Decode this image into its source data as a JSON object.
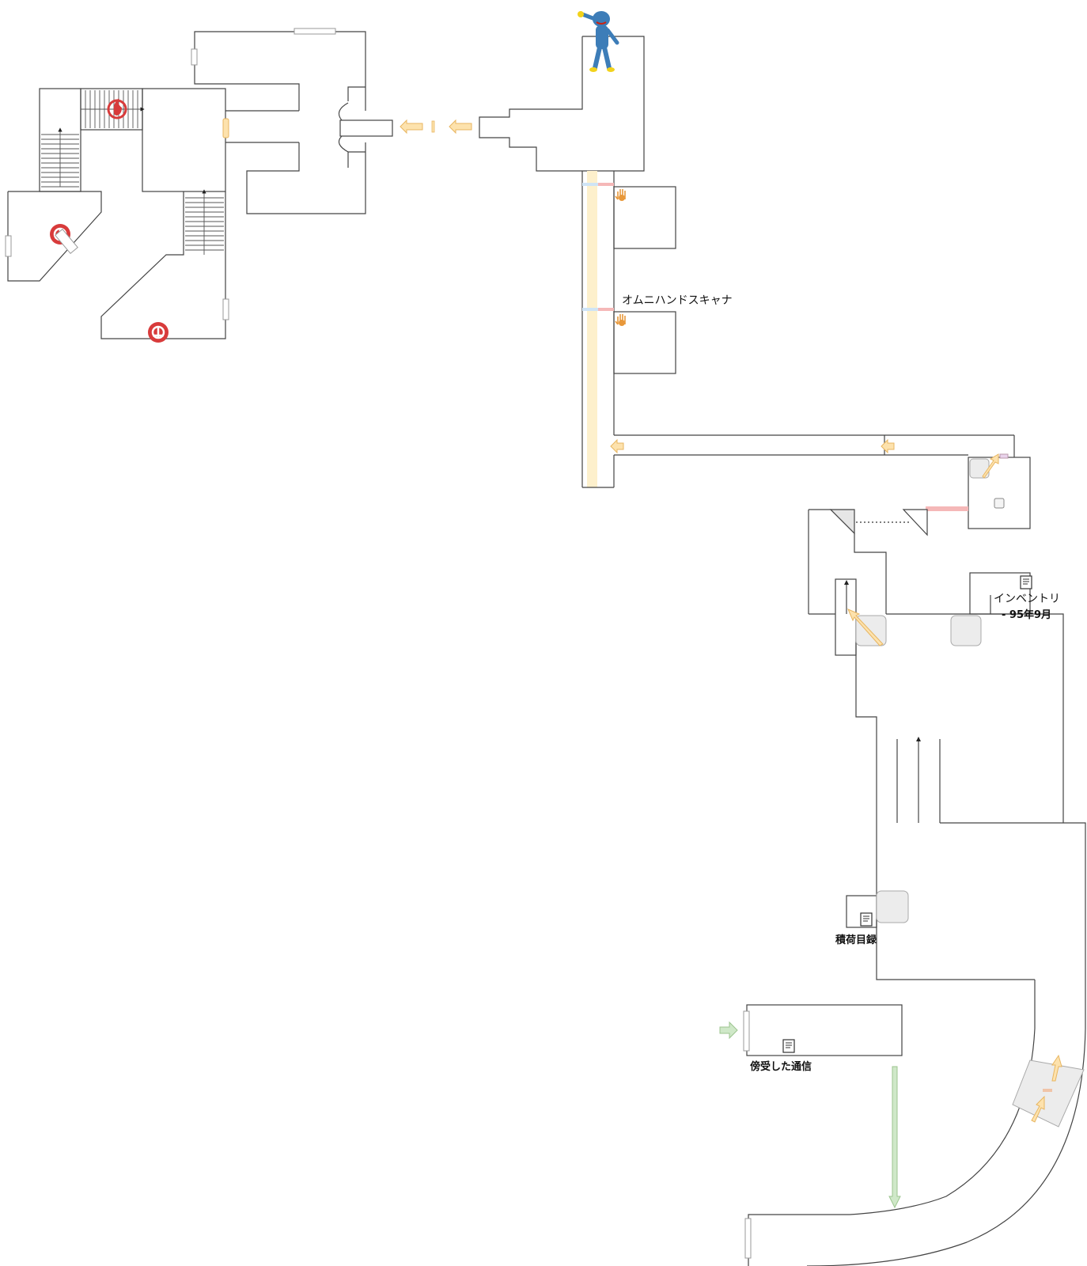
{
  "labels": {
    "omni_hand_scanner": "オムニハンドスキャナ",
    "inventory_line1": "インベントリ",
    "inventory_line2": "- 95年9月",
    "cargo_manifest": "積荷目録",
    "intercepted_comms": "傍受した通信"
  },
  "icons": {
    "enemy": "huggy-wuggy-icon",
    "document": "document-icon",
    "hand_scanner": "hand-scanner-icon",
    "fire": "fire-icon",
    "save_point": "save-point-icon"
  },
  "colors": {
    "enemy_marker": "#d83b3b",
    "path_arrow": "#fde2ad",
    "start_arrow": "#cfe8c8",
    "laser_red": "#f5b8b8",
    "laser_blue": "#cfe4f5",
    "corridor_yellow": "#fdf0cc"
  }
}
